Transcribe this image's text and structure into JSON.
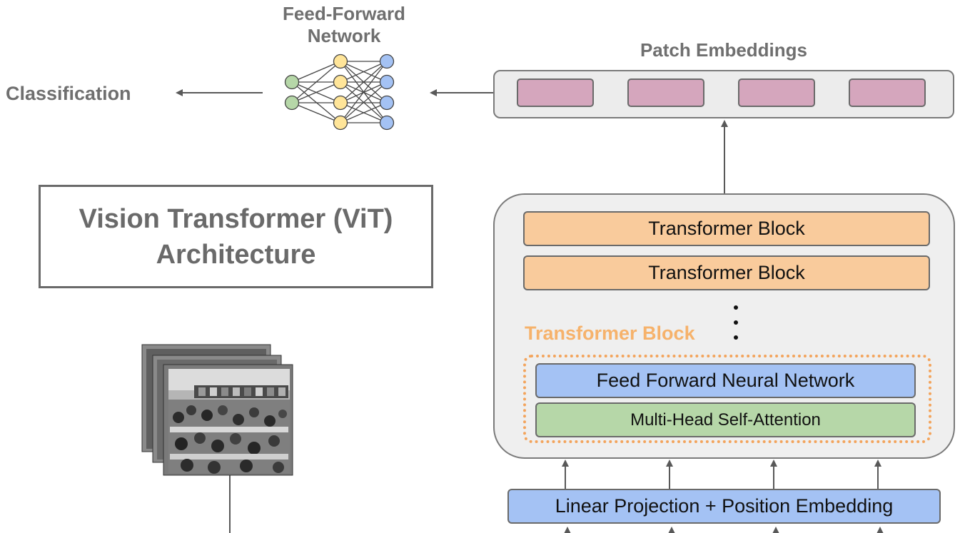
{
  "labels": {
    "classification": "Classification",
    "ffn_line1": "Feed-Forward",
    "ffn_line2": "Network",
    "patch_embeddings": "Patch Embeddings"
  },
  "title": {
    "line1": "Vision Transformer (ViT)",
    "line2": "Architecture"
  },
  "transformer": {
    "blocks": [
      "Transformer Block",
      "Transformer Block"
    ],
    "detail_label": "Transformer Block",
    "ffnn": "Feed Forward Neural Network",
    "mhsa": "Multi-Head Self-Attention"
  },
  "projection": "Linear Projection + Position Embedding",
  "colors": {
    "patch": "#d5a6bd",
    "orange": "#f9cb9c",
    "blue": "#a4c2f4",
    "green": "#b6d7a8",
    "yellow_node": "#ffe599",
    "dotted_border": "#f3a45c",
    "label_orange": "#f6b26b",
    "gray_text": "#6f6f6f"
  }
}
